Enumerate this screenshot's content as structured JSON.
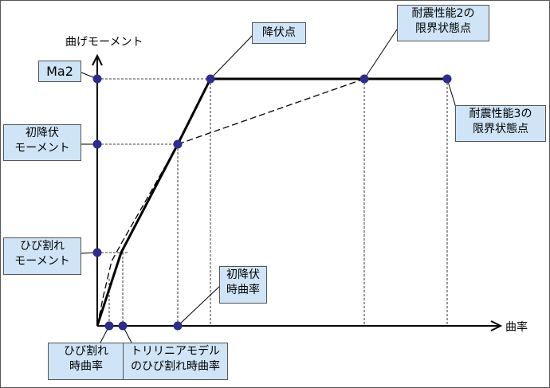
{
  "axes": {
    "y_label": "曲げモーメント",
    "x_label": "曲率"
  },
  "labels": {
    "ma2": [
      "Ma2"
    ],
    "initial_yield_moment": [
      "初降伏",
      "モーメント"
    ],
    "cracking_moment": [
      "ひび割れ",
      "モーメント"
    ],
    "yield_point": [
      "降伏点"
    ],
    "seismic_limit_2": [
      "耐震性能2の",
      "限界状態点"
    ],
    "seismic_limit_3": [
      "耐震性能3の",
      "限界状態点"
    ],
    "initial_yield_curvature": [
      "初降伏",
      "時曲率"
    ],
    "cracking_curvature": [
      "ひび割れ",
      "時曲率"
    ],
    "trilinear_cracking_curvature": [
      "トリリニアモデル",
      "のひび割れ時曲率"
    ]
  },
  "colors": {
    "box_fill": "#cfe4f6",
    "point": "#2d2d8c",
    "line": "#000000"
  }
}
